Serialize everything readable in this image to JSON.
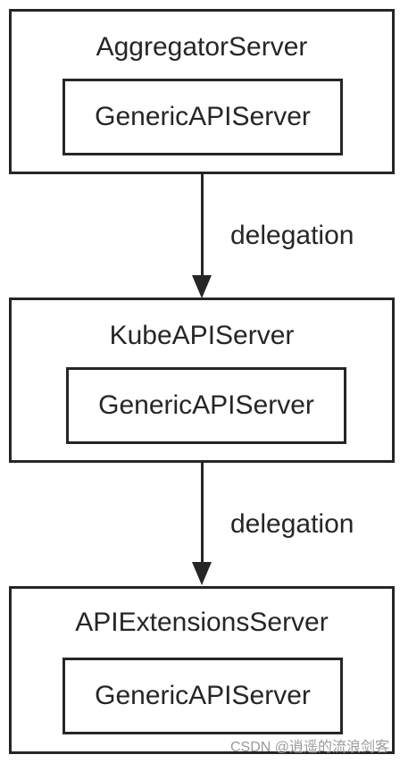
{
  "nodes": [
    {
      "outer_label": "AggregatorServer",
      "inner_label": "GenericAPIServer"
    },
    {
      "outer_label": "KubeAPIServer",
      "inner_label": "GenericAPIServer"
    },
    {
      "outer_label": "APIExtensionsServer",
      "inner_label": "GenericAPIServer"
    }
  ],
  "edges": [
    {
      "from": "AggregatorServer",
      "to": "KubeAPIServer",
      "label": "delegation"
    },
    {
      "from": "KubeAPIServer",
      "to": "APIExtensionsServer",
      "label": "delegation"
    }
  ],
  "watermark": "CSDN @逍遥的流浪剑客",
  "colors": {
    "stroke": "#262626",
    "background": "#ffffff",
    "watermark": "#9a9a9a"
  }
}
